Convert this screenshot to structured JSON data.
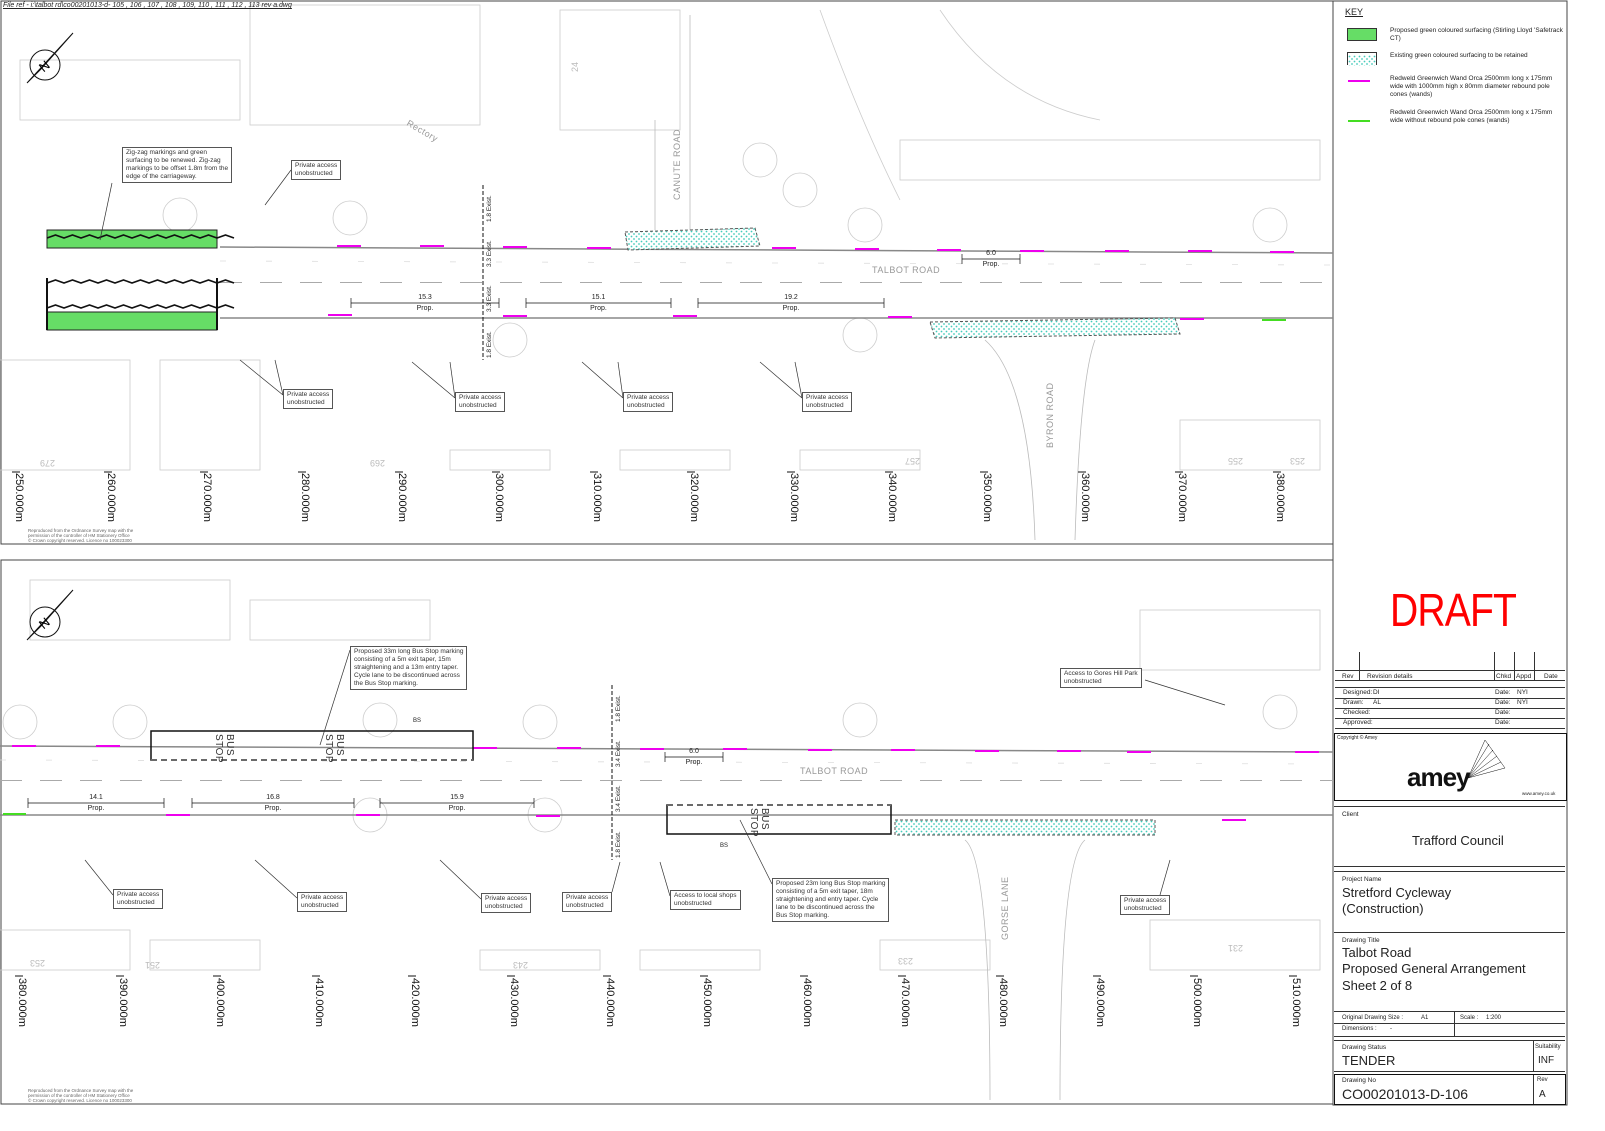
{
  "file_ref": "File ref - i:\\talbot rd\\co00201013-d- 105 , 106 , 107 , 108 , 109, 110 , 111 , 112 , 113 rev a.dwg",
  "colors": {
    "green_surface": "#66dd66",
    "existing_green": "#44ccbb",
    "wand_with": "#ee00ee",
    "wand_without": "#44dd22",
    "draft": "#ff0000"
  },
  "key": {
    "title": "KEY",
    "items": [
      {
        "label": "Proposed green coloured surfacing (Stirling Lloyd 'Safetrack CT)"
      },
      {
        "label": "Existing green coloured surfacing to be retained"
      },
      {
        "label": "Redweld Greenwich Wand Orca 2500mm long x 175mm wide with 1000mm high x 80mm diameter rebound pole cones (wands)"
      },
      {
        "label": "Redweld Greenwich Wand Orca 2500mm long x 175mm wide without rebound pole cones (wands)"
      }
    ]
  },
  "os_notice": "Reproduced from the Ordnance Survey map with the\npermission of the controller of HM Stationery Office\n© Crown copyright reserved. Licence no 100023300",
  "top_panel": {
    "roads": [
      "TALBOT ROAD",
      "CANUTE ROAD",
      "BYRON ROAD",
      "Rectory"
    ],
    "house_numbers": [
      "24",
      "279",
      "269",
      "257",
      "255",
      "253"
    ],
    "notes": [
      "Zig-zag markings and green\nsurfacing to be renewed.  Zig-zag\nmarkings to be offset 1.8m from the\nedge of the carriageway.",
      "Private access\nunobstructed",
      "Private access\nunobstructed",
      "Private access\nunobstructed",
      "Private access\nunobstructed",
      "Private access\nunobstructed"
    ],
    "dims": [
      {
        "value": "15.3",
        "tag": "Prop."
      },
      {
        "value": "15.1",
        "tag": "Prop."
      },
      {
        "value": "19.2",
        "tag": "Prop."
      },
      {
        "value": "6.0",
        "tag": "Prop."
      }
    ],
    "vdims": [
      "1.8  Exist.",
      "3.3  Exist.",
      "3.3  Exist.",
      "1.8  Exist."
    ],
    "chainages": [
      "250.000m",
      "260.000m",
      "270.000m",
      "280.000m",
      "290.000m",
      "300.000m",
      "310.000m",
      "320.000m",
      "330.000m",
      "340.000m",
      "350.000m",
      "360.000m",
      "370.000m",
      "380.000m"
    ]
  },
  "bottom_panel": {
    "roads": [
      "TALBOT ROAD",
      "GORSE LANE"
    ],
    "house_numbers": [
      "253",
      "251",
      "243",
      "233",
      "231"
    ],
    "bus_stop_labels": [
      "BUS STOP",
      "BUS STOP",
      "BUS STOP"
    ],
    "bs_labels": [
      "BS",
      "BS"
    ],
    "notes": [
      "Proposed 33m long Bus Stop marking\nconsisting of a 5m exit taper, 15m\nstraightening and a 13m entry taper.\nCycle lane to be discontinued across\nthe Bus Stop marking.",
      "Access to Gores Hill Park\nunobstructed",
      "Private access\nunobstructed",
      "Private access\nunobstructed",
      "Private access\nunobstructed",
      "Private access\nunobstructed",
      "Access to local shops\nunobstructed",
      "Proposed 23m long Bus Stop marking\nconsisting of a 5m exit taper, 18m\nstraightening and entry taper. Cycle\nlane to be discontinued across  the\nBus Stop marking.",
      "Private access\nunobstructed"
    ],
    "dims": [
      {
        "value": "14.1",
        "tag": "Prop."
      },
      {
        "value": "16.8",
        "tag": "Prop."
      },
      {
        "value": "15.9",
        "tag": "Prop."
      },
      {
        "value": "6.0",
        "tag": "Prop."
      }
    ],
    "vdims": [
      "1.8  Exist.",
      "3.4  Exist.",
      "3.4  Exist.",
      "1.8  Exist."
    ],
    "chainages": [
      "380.000m",
      "390.000m",
      "400.000m",
      "410.000m",
      "420.000m",
      "430.000m",
      "440.000m",
      "450.000m",
      "460.000m",
      "470.000m",
      "480.000m",
      "490.000m",
      "500.000m",
      "510.000m"
    ]
  },
  "title_block": {
    "rev_headers": {
      "rev": "Rev",
      "details": "Revision details",
      "chkd": "Chkd",
      "appd": "Appd",
      "date": "Date"
    },
    "signoff": [
      {
        "role": "Designed:",
        "name": "DI",
        "date_label": "Date:",
        "date": "NYI"
      },
      {
        "role": "Drawn:",
        "name": "AL",
        "date_label": "Date:",
        "date": "NYI"
      },
      {
        "role": "Checked:",
        "name": "",
        "date_label": "Date:",
        "date": ""
      },
      {
        "role": "Approved:",
        "name": "",
        "date_label": "Date:",
        "date": ""
      }
    ],
    "copyright": "Copyright © Amey",
    "logo": "amey",
    "website": "www.amey.co.uk",
    "client_label": "Client",
    "client": "Trafford Council",
    "project_label": "Project Name",
    "project_line1": "Stretford Cycleway",
    "project_line2": "(Construction)",
    "draft": "DRAFT",
    "title_label": "Drawing Title",
    "title_line1": "Talbot Road",
    "title_line2": "Proposed General Arrangement",
    "title_line3": "Sheet 2 of 8",
    "size_label": "Original Drawing Size :",
    "size": "A1",
    "scale_label": "Scale :",
    "scale": "1:200",
    "dimensions_label": "Dimensions :",
    "dimensions": "-",
    "status_label": "Drawing Status",
    "status": "TENDER",
    "suitability_label": "Suitability",
    "suitability": "INF",
    "drawing_no_label": "Drawing No",
    "drawing_no": "CO00201013-D-106",
    "rev_label": "Rev",
    "rev": "A"
  }
}
